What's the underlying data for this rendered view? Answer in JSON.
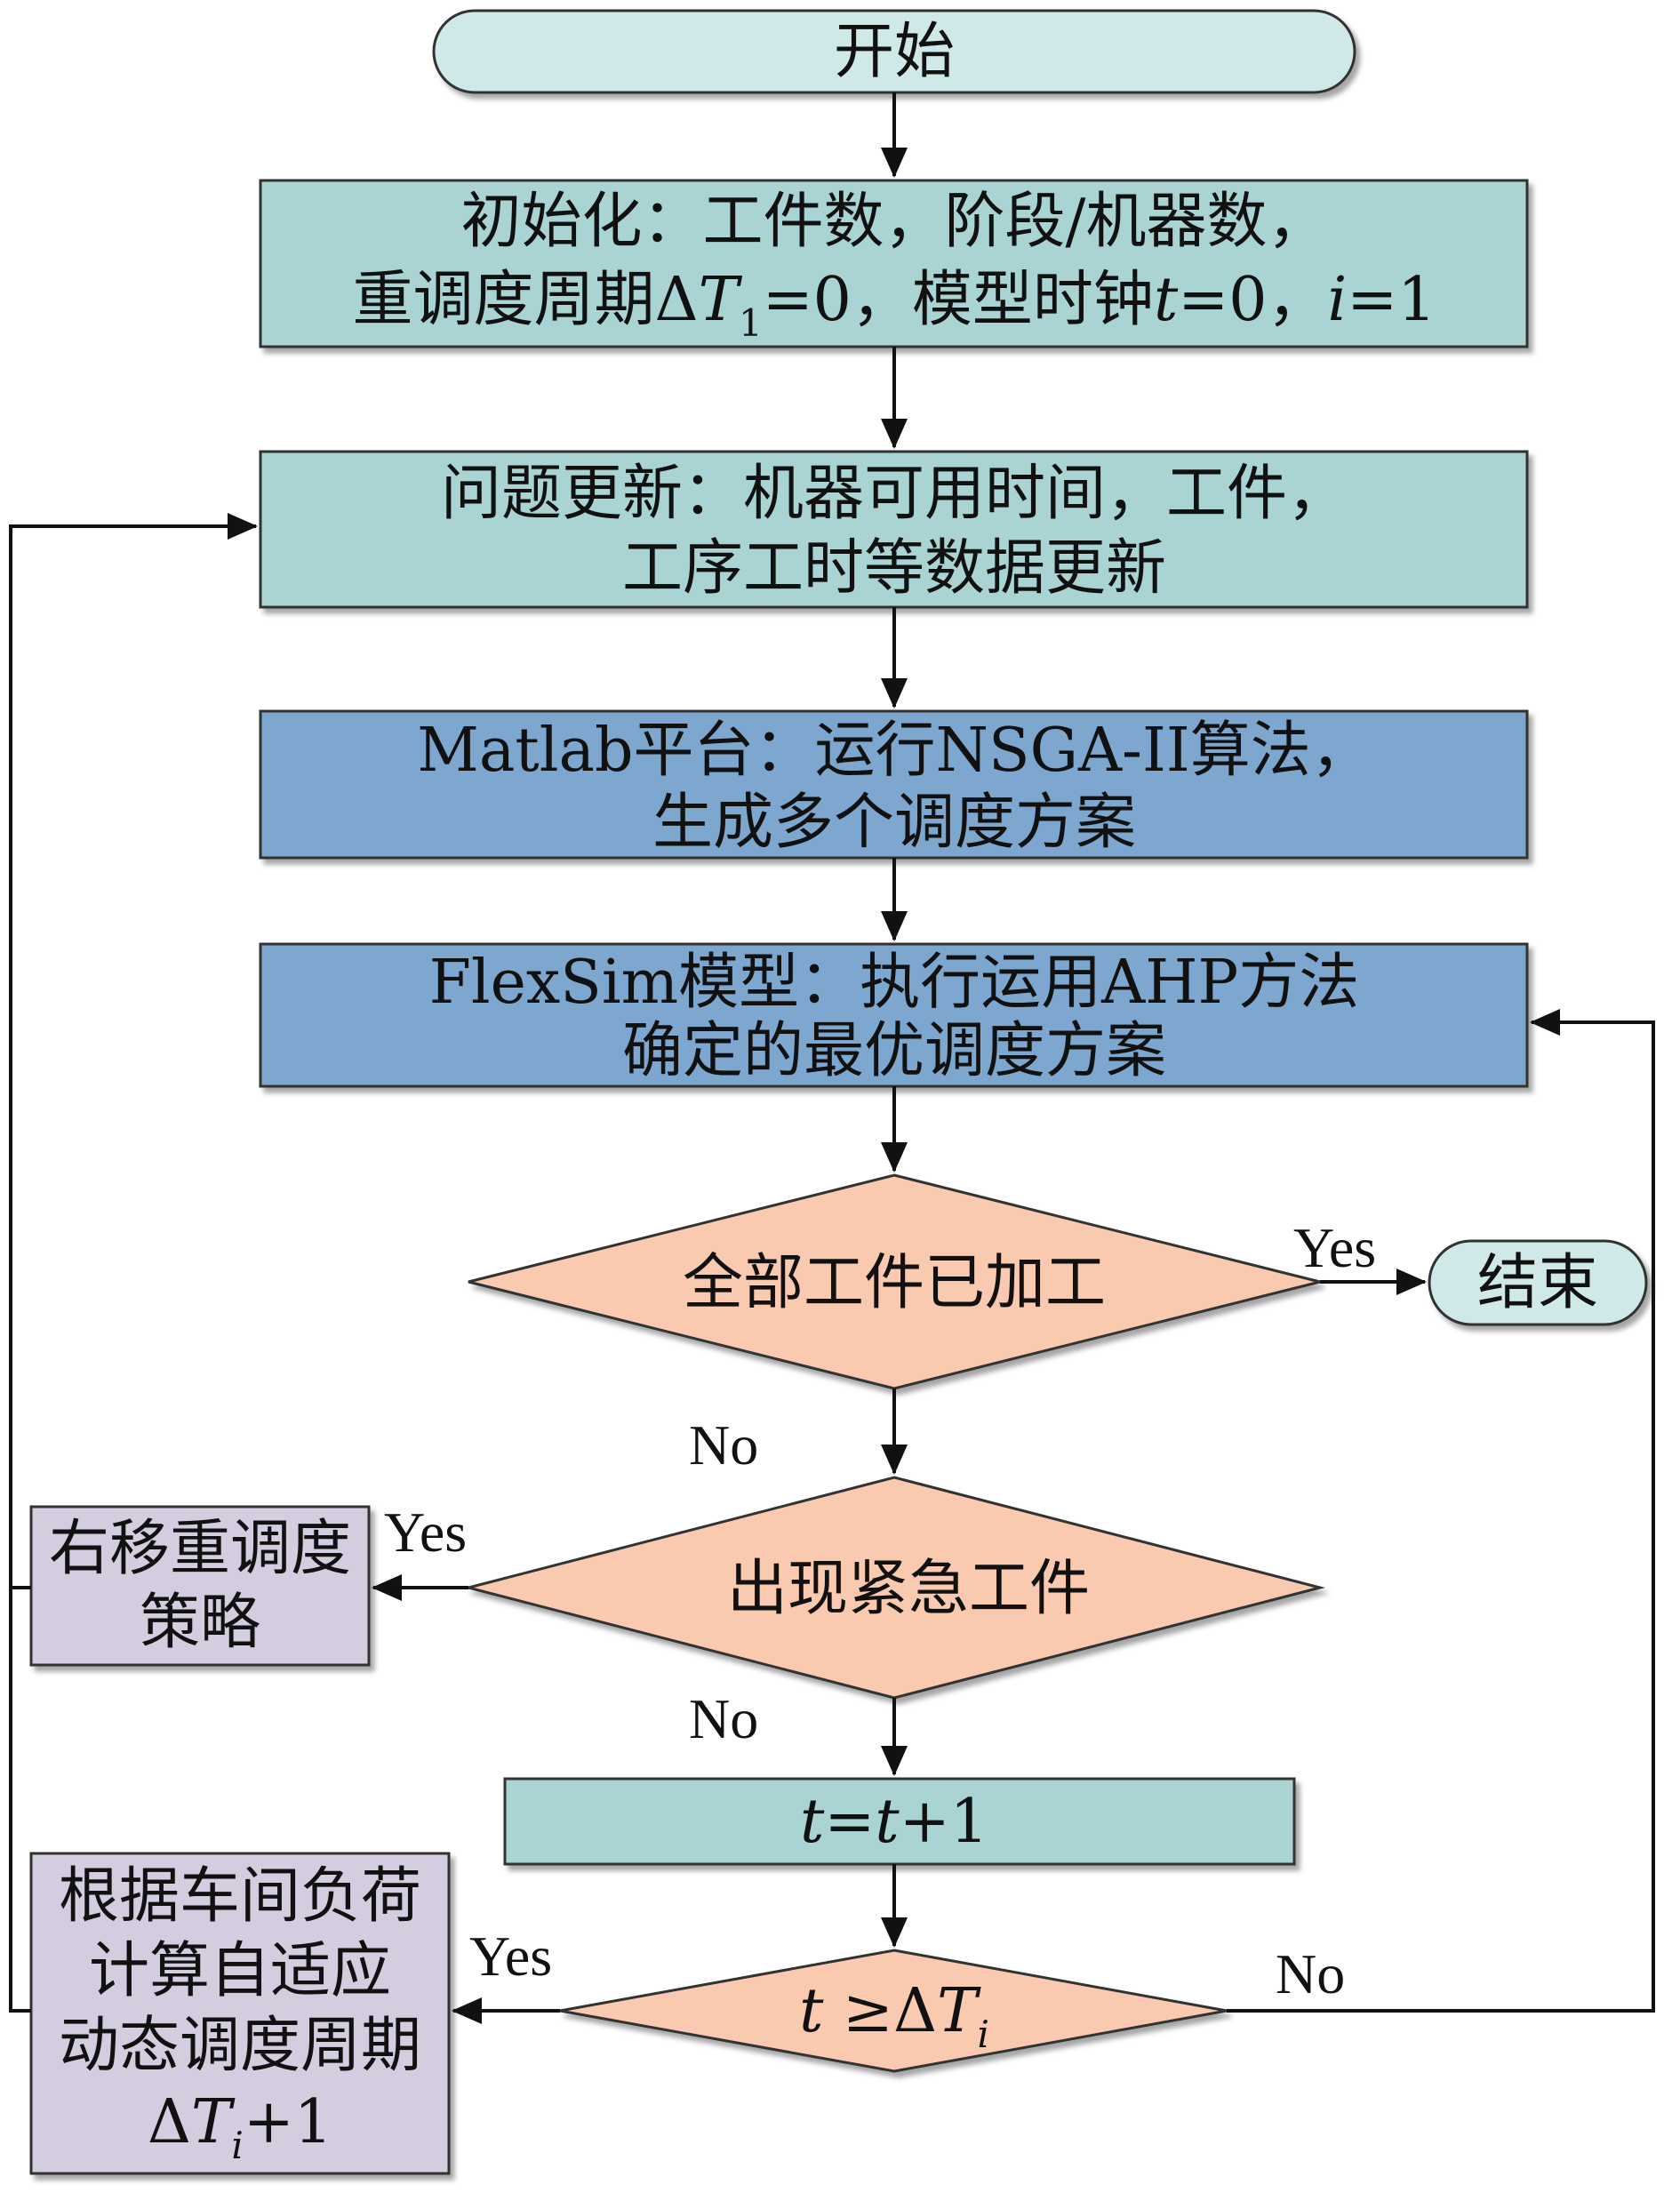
{
  "colors": {
    "light_teal": "#cfe8e8",
    "teal": "#a9d4d3",
    "blue": "#7ea7cf",
    "orange": "#f9c9b0",
    "lavender": "#d4cde0",
    "stroke": "#111111"
  },
  "nodes": {
    "start": {
      "text": "开始"
    },
    "init": {
      "line1": "初始化：工件数，阶段/机器数，",
      "line2": {
        "a": "重调度周期Δ",
        "T": "T",
        "sub": "1",
        "b": "=0，模型时钟",
        "t": "t",
        "c": "=0，",
        "i": "i",
        "d": "=1"
      }
    },
    "update": {
      "line1": "问题更新：机器可用时间，工件，",
      "line2": "工序工时等数据更新"
    },
    "matlab": {
      "line1": "Matlab平台：运行NSGA-II算法，",
      "line2": "生成多个调度方案"
    },
    "flexsim": {
      "line1": "FlexSim模型：执行运用AHP方法",
      "line2": "确定的最优调度方案"
    },
    "all_processed": {
      "text": "全部工件已加工"
    },
    "end": {
      "text": "结束"
    },
    "urgent": {
      "text": "出现紧急工件"
    },
    "right_shift": {
      "line1": "右移重调度",
      "line2": "策略"
    },
    "increment": {
      "t1": "t",
      "eq": "=",
      "t2": "t",
      "plus": "+1"
    },
    "condition": {
      "t": "t",
      "ge": " ≥Δ",
      "T": "T",
      "sub": "i"
    },
    "adaptive": {
      "line1": "根据车间负荷",
      "line2": "计算自适应",
      "line3": "动态调度周期",
      "line4": {
        "a": "Δ",
        "T": "T",
        "sub": "i",
        "b": "+1"
      }
    }
  },
  "edges": {
    "yes1": "Yes",
    "no1": "No",
    "yes2": "Yes",
    "no2": "No",
    "yes3": "Yes",
    "no3": "No"
  }
}
